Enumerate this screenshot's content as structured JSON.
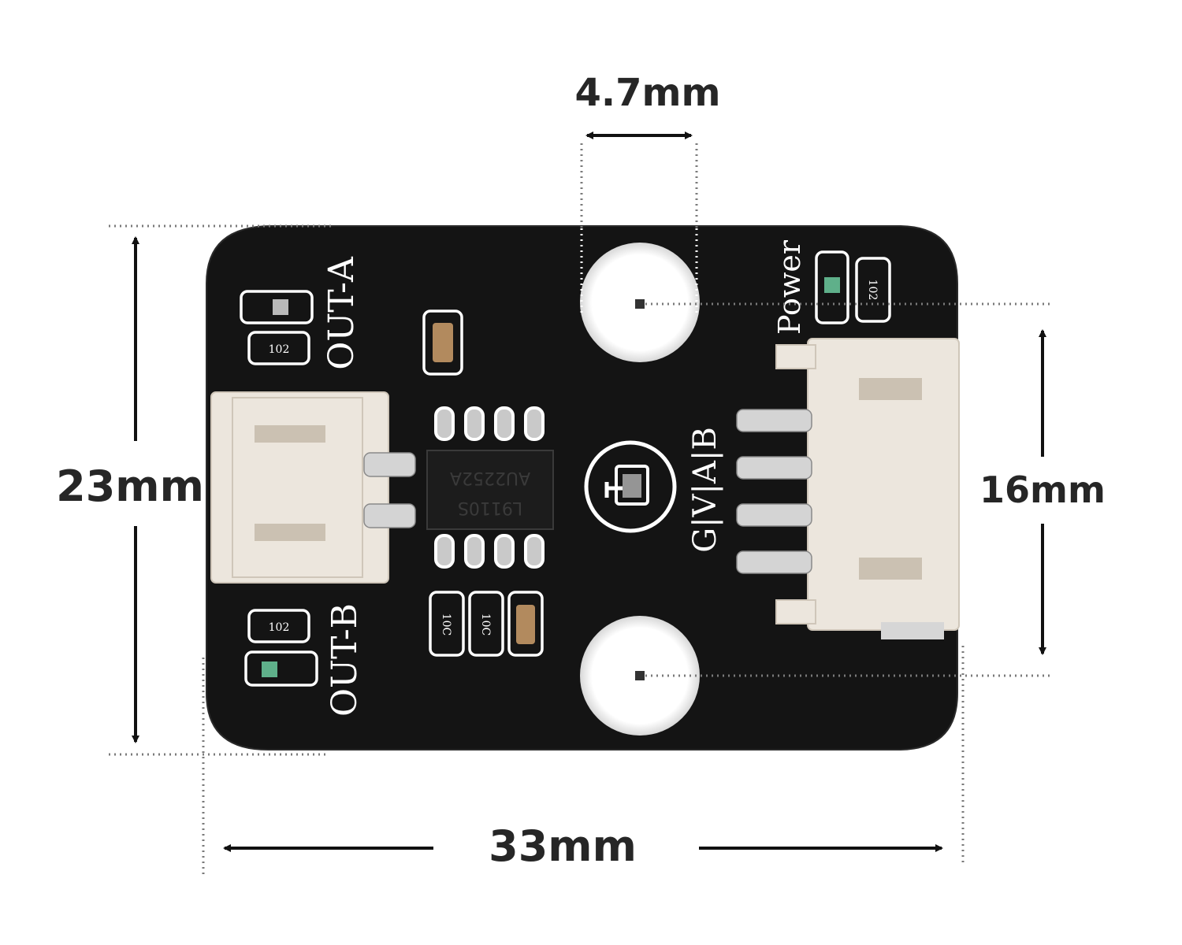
{
  "dimensions": {
    "hole_spacing": "4.7mm",
    "height": "23mm",
    "connector_pitch": "16mm",
    "width": "33mm"
  },
  "silkscreen": {
    "out_a": "OUT-A",
    "out_b": "OUT-B",
    "power": "Power",
    "pinout": "G|V|A|B"
  },
  "components": {
    "chip_line1": "AU2252A",
    "chip_line2": "L9110S",
    "resistor_code_1": "102",
    "resistor_code_2": "102",
    "resistor_code_3": "102",
    "cap_code_1": "10C",
    "cap_code_2": "10C"
  },
  "colors": {
    "board": "#141414",
    "silk": "#ffffff",
    "dimension_text": "#262626",
    "connector": "#ece6dd"
  }
}
